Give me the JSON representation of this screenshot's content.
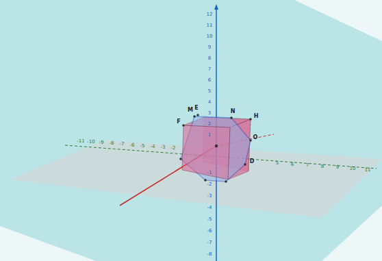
{
  "diagram": {
    "labels": [
      "12",
      "11",
      "10",
      "9",
      "8",
      "7",
      "6",
      "5",
      "4",
      "3",
      "2",
      "1",
      "-1",
      "-2",
      "-3",
      "-4",
      "-5",
      "-6",
      "-7",
      "-8",
      "-11",
      "-10",
      "-9",
      "-8",
      "-7",
      "-6",
      "-5",
      "-4",
      "-3",
      "-2",
      "5",
      "6",
      "7",
      "8",
      "9",
      "10",
      "11",
      "E",
      "F",
      "M",
      "N",
      "H",
      "O",
      "D"
    ]
  }
}
